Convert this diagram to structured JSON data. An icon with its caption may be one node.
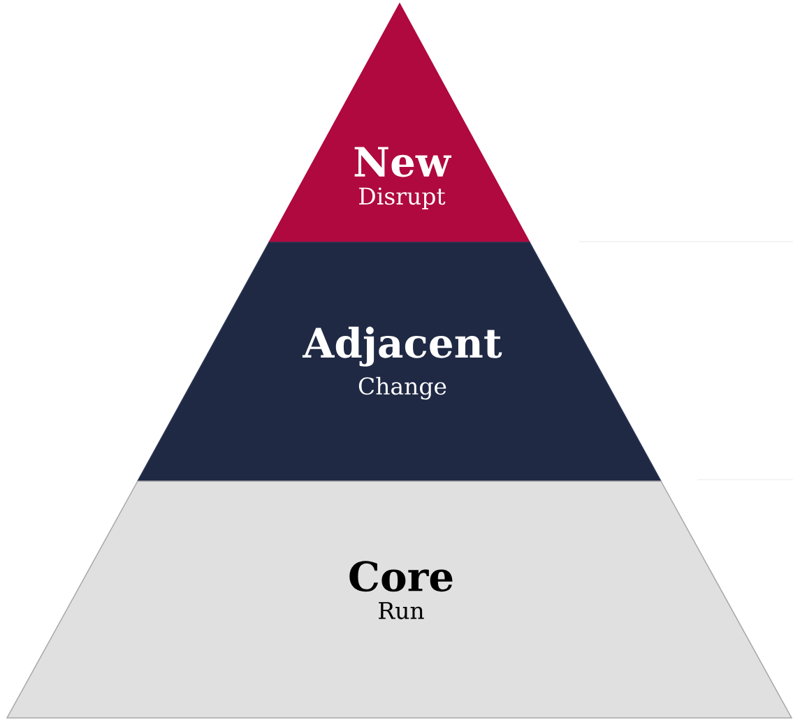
{
  "diagram": {
    "nodes": [
      {
        "text": [
          "New",
          "Disrupt"
        ]
      },
      {
        "text": [
          "Adjacent",
          "Change"
        ]
      },
      {
        "text": [
          "Core",
          "Run"
        ]
      }
    ]
  }
}
